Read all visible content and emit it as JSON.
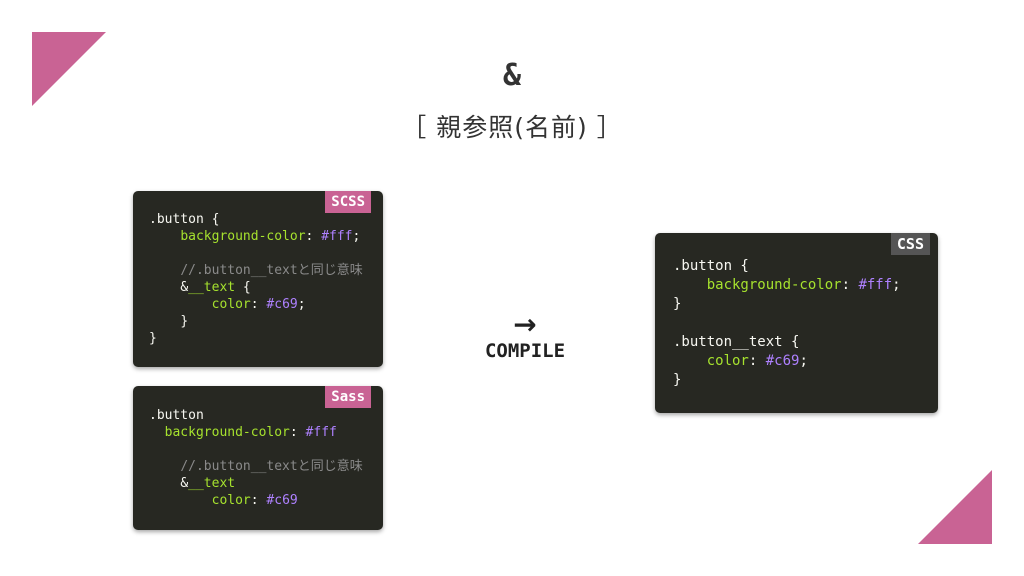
{
  "colors": {
    "accent_pink": "#c96394",
    "badge_gray": "#555555",
    "panel_bg": "#272822",
    "property": "#a6e22e",
    "value": "#ae81ff",
    "comment": "#8a8a8a"
  },
  "title": {
    "symbol": "&",
    "subtitle": "［ 親参照(名前) ］"
  },
  "scss": {
    "badge": "SCSS",
    "lines": [
      [
        ".button {"
      ],
      [
        "    ",
        "background-color",
        ": ",
        "#fff",
        ";"
      ],
      [
        ""
      ],
      [
        "    ",
        "//.button__textと同じ意味"
      ],
      [
        "    ",
        "&",
        "__text",
        " {"
      ],
      [
        "        ",
        "color",
        ": ",
        "#c69",
        ";"
      ],
      [
        "    ",
        "}"
      ],
      [
        "}"
      ]
    ]
  },
  "sass": {
    "badge": "Sass",
    "lines": [
      [
        ".button"
      ],
      [
        "  ",
        "background-color",
        ": ",
        "#fff"
      ],
      [
        ""
      ],
      [
        "    ",
        "//.button__textと同じ意味"
      ],
      [
        "    ",
        "&",
        "__text"
      ],
      [
        "        ",
        "color",
        ": ",
        "#c69"
      ]
    ]
  },
  "css": {
    "badge": "CSS",
    "lines": [
      [
        ".button {"
      ],
      [
        "    ",
        "background-color",
        ": ",
        "#fff",
        ";"
      ],
      [
        "}"
      ],
      [
        ""
      ],
      [
        ".button__text {"
      ],
      [
        "    ",
        "color",
        ": ",
        "#c69",
        ";"
      ],
      [
        "}"
      ]
    ]
  },
  "compile": {
    "arrow": "→",
    "label": "COMPILE"
  }
}
